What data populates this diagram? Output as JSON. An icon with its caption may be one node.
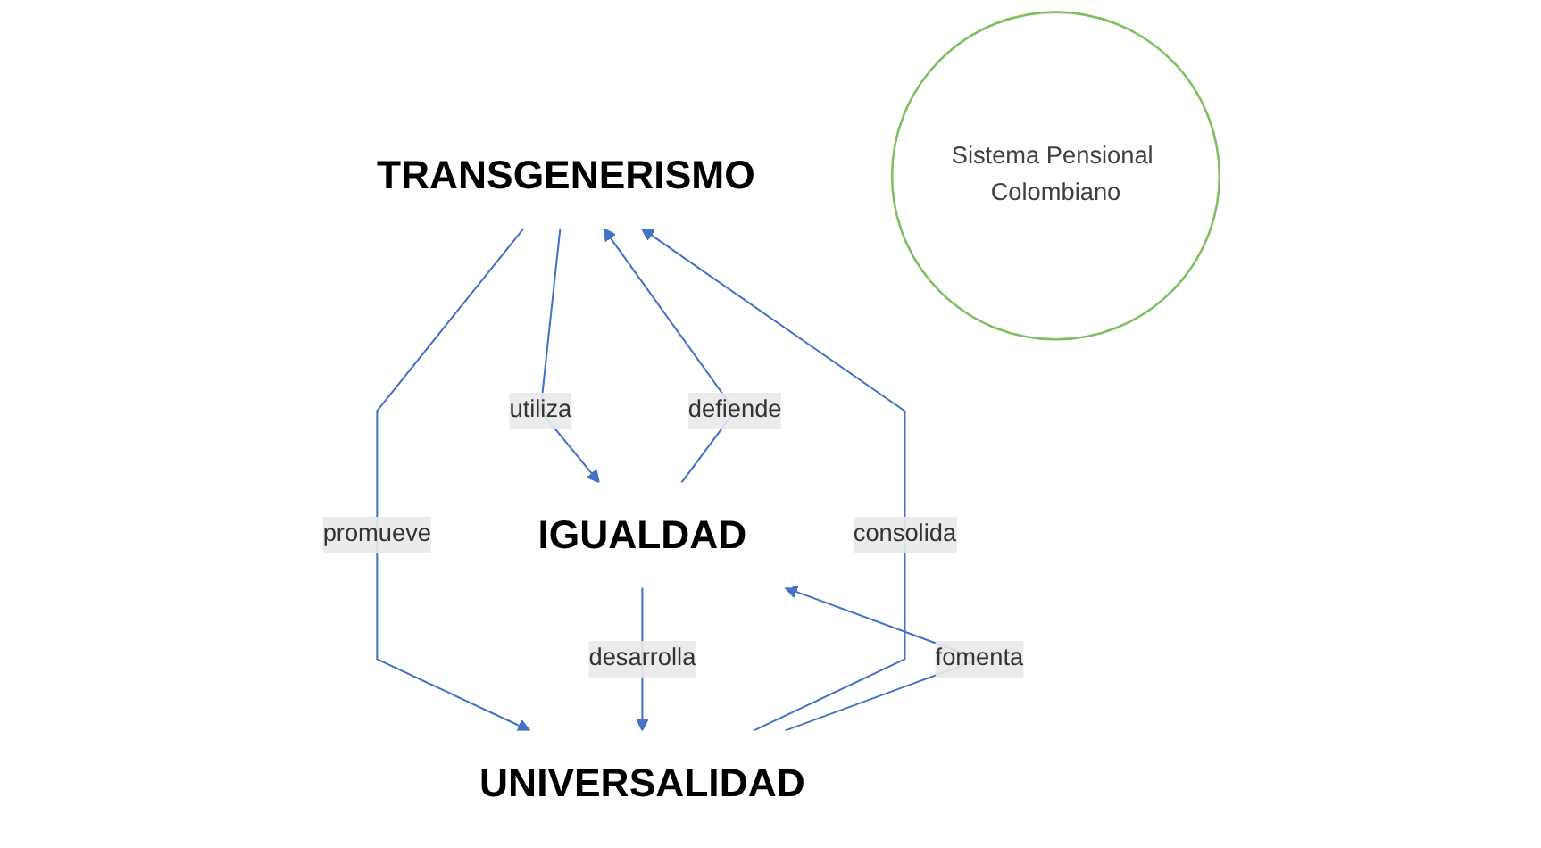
{
  "diagram": {
    "nodes": [
      {
        "text": [
          "TRANSGENERISMO"
        ]
      },
      {
        "text": [
          "IGUALDAD"
        ]
      },
      {
        "text": [
          "UNIVERSALIDAD"
        ]
      },
      {
        "text": [
          "Sistema Pensional Colombiano"
        ]
      }
    ],
    "edges": [
      {
        "from": 1,
        "to": 0,
        "arrow": "to",
        "label": "defiende"
      },
      {
        "from": 0,
        "to": 1,
        "arrow": "to",
        "label": "utiliza"
      },
      {
        "from": 2,
        "to": 0,
        "arrow": "to",
        "label": "consolida"
      },
      {
        "from": 0,
        "to": 2,
        "arrow": "to",
        "label": "promueve"
      },
      {
        "from": 1,
        "to": 2,
        "arrow": "to",
        "label": "desarrolla"
      },
      {
        "from": 2,
        "to": 1,
        "arrow": "to",
        "label": "fomenta"
      }
    ]
  }
}
